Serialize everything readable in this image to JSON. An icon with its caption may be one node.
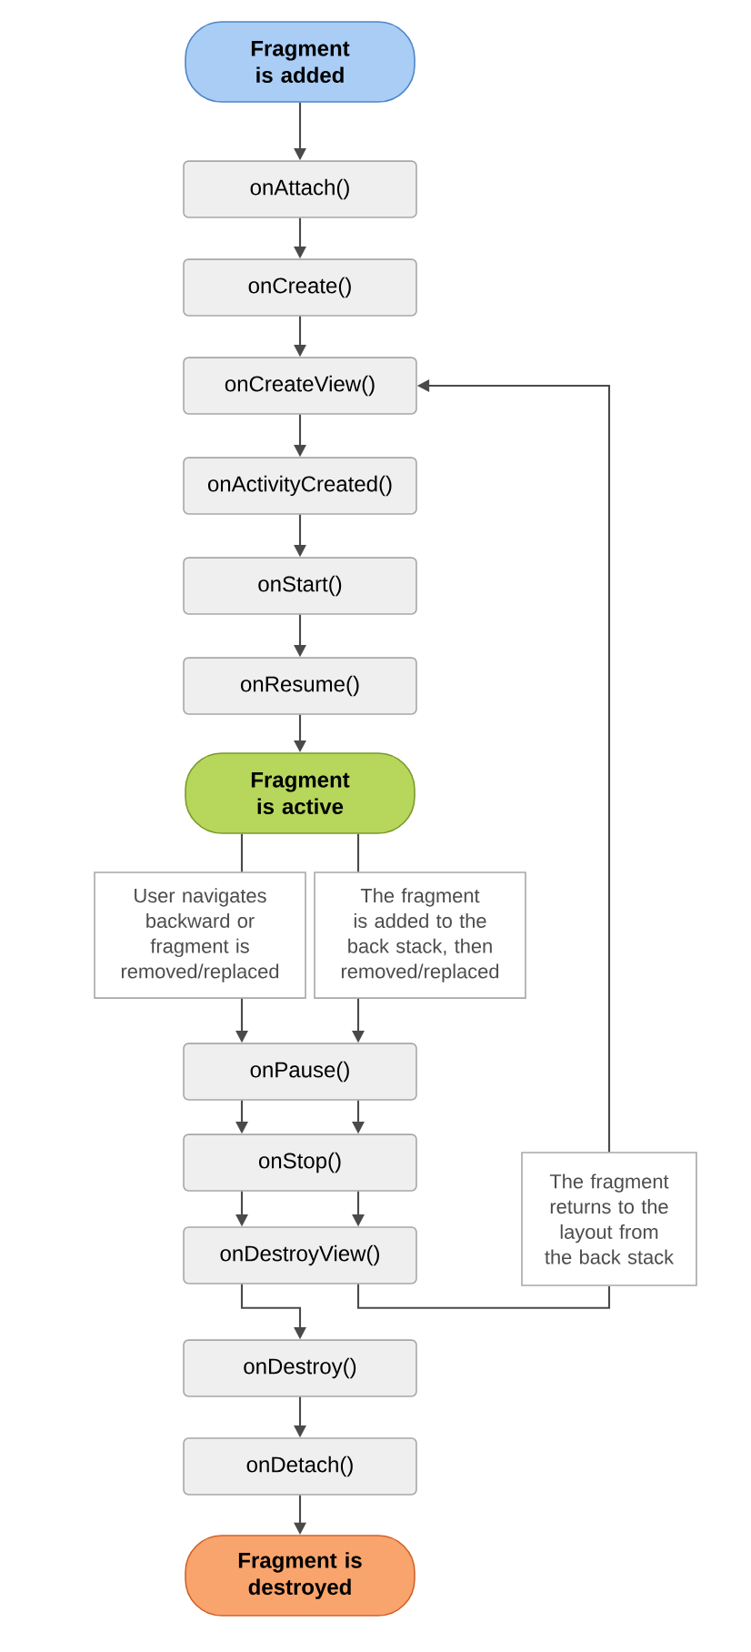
{
  "diagram": {
    "nodes": [
      {
        "text": [
          "Fragment is added"
        ]
      },
      {
        "text": [
          "onAttach()"
        ]
      },
      {
        "text": [
          "onCreate()"
        ]
      },
      {
        "text": [
          "onCreateView()"
        ]
      },
      {
        "text": [
          "onActivityCreated()"
        ]
      },
      {
        "text": [
          "onStart()"
        ]
      },
      {
        "text": [
          "onResume()"
        ]
      },
      {
        "text": [
          "Fragment is active"
        ]
      },
      {
        "text": [
          "User navigates backward or fragment is removed/replaced"
        ]
      },
      {
        "text": [
          "The fragment is added to the back stack, then removed/replaced"
        ]
      },
      {
        "text": [
          "onPause()"
        ]
      },
      {
        "text": [
          "onStop()"
        ]
      },
      {
        "text": [
          "onDestroyView()"
        ]
      },
      {
        "text": [
          "The fragment returns to the layout from the back stack"
        ]
      },
      {
        "text": [
          "onDestroy()"
        ]
      },
      {
        "text": [
          "onDetach()"
        ]
      },
      {
        "text": [
          "Fragment is destroyed"
        ]
      }
    ],
    "edges": [
      {
        "from": 0,
        "to": 1,
        "arrow": "to"
      },
      {
        "from": 1,
        "to": 2,
        "arrow": "to"
      },
      {
        "from": 2,
        "to": 3,
        "arrow": "to"
      },
      {
        "from": 3,
        "to": 4,
        "arrow": "to"
      },
      {
        "from": 4,
        "to": 5,
        "arrow": "to"
      },
      {
        "from": 5,
        "to": 6,
        "arrow": "to"
      },
      {
        "from": 6,
        "to": 7,
        "arrow": "to"
      },
      {
        "from": 7,
        "to": 8,
        "arrow": "none"
      },
      {
        "from": 7,
        "to": 9,
        "arrow": "none"
      },
      {
        "from": 8,
        "to": 10,
        "arrow": "to"
      },
      {
        "from": 9,
        "to": 10,
        "arrow": "to"
      },
      {
        "from": 10,
        "to": 11,
        "arrow": "to"
      },
      {
        "from": 10,
        "to": 11,
        "arrow": "to"
      },
      {
        "from": 11,
        "to": 12,
        "arrow": "to"
      },
      {
        "from": 11,
        "to": 12,
        "arrow": "to"
      },
      {
        "from": 12,
        "to": 14,
        "arrow": "to"
      },
      {
        "from": 12,
        "to": 13,
        "arrow": "none"
      },
      {
        "from": 13,
        "to": 3,
        "arrow": "to"
      },
      {
        "from": 14,
        "to": 15,
        "arrow": "to"
      },
      {
        "from": 15,
        "to": 16,
        "arrow": "to"
      }
    ]
  }
}
